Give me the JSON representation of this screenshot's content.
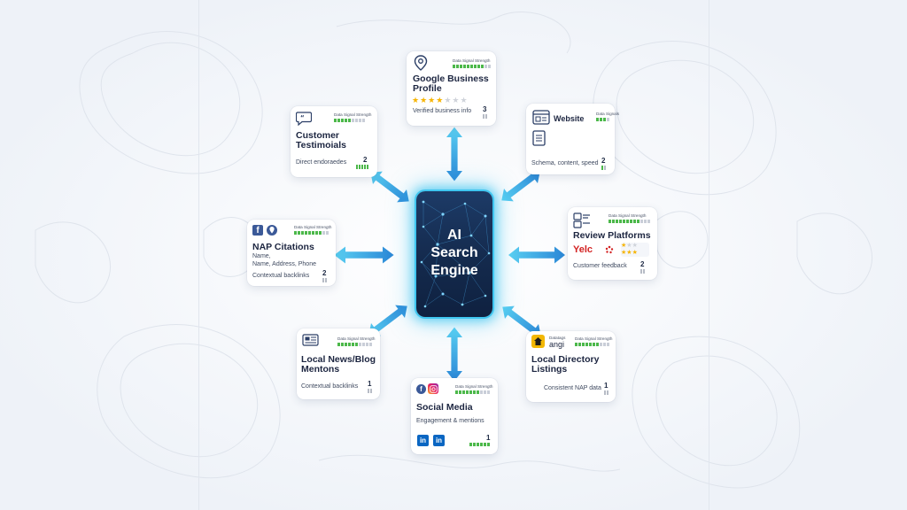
{
  "hub": {
    "title": "AI\nSearch\nEngine"
  },
  "colors": {
    "accent": "#3fc6f0",
    "arrow": "#2f9fe0",
    "bar_on": "#4cb84a",
    "star": "#f6b400",
    "title": "#1c2540"
  },
  "cards": {
    "google": {
      "title": "Google Business\nProfile",
      "meta": "Data Signal Strength",
      "sub": "Verified business info",
      "score": "3",
      "stars": 4,
      "icon": "location-pin-icon"
    },
    "website": {
      "title": "Website",
      "meta": "Data Signals",
      "sub": "Schema, content, speed",
      "score": "2",
      "icon": "browser-window-icon"
    },
    "testimonials": {
      "title": "Customer\nTestimoials",
      "meta": "Data Signal Strength",
      "sub": "Direct endoraedes",
      "score": "2",
      "icon": "quote-bubble-icon"
    },
    "review": {
      "title": "Review Platforms",
      "meta": "Data Signal Strength",
      "sub": "Customer feedback",
      "score": "2",
      "yelp": "Yelc",
      "icon": "review-list-icon"
    },
    "nap": {
      "title": "NAP Citations",
      "meta": "Data Signal Strength",
      "sub1": "Name,",
      "sub2": "Name, Address, Phone",
      "sub3": "Contextual backlinks",
      "score": "2",
      "icon": "facebook-icon"
    },
    "news": {
      "title": "Local News/Blog\nMentons",
      "meta": "Data Signal Strength",
      "sub": "Contextual backlinks",
      "score": "1",
      "icon": "newspaper-icon"
    },
    "directory": {
      "title": "Local Directory\nListings",
      "meta": "Data Signal Strength",
      "meta2": "Datatags",
      "brand": "angi",
      "sub": "Consistent NAP data",
      "score": "1",
      "icon": "angi-logo-icon"
    },
    "social": {
      "title": "Social Media",
      "meta": "Data Signal Strength",
      "sub": "Engagement & mentions",
      "score": "1",
      "li": "in",
      "icon": "instagram-icon"
    }
  }
}
